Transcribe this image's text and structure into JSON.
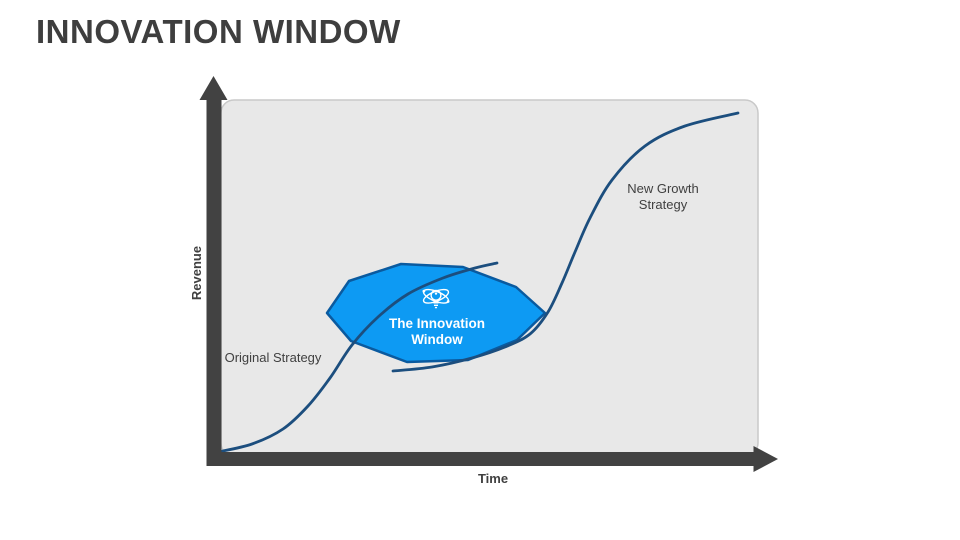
{
  "slide": {
    "title": "INNOVATION WINDOW"
  },
  "labels": {
    "y_axis": "Revenue",
    "x_axis": "Time",
    "original_curve": "Original Strategy",
    "new_growth_curve": "New Growth Strategy",
    "window": "The Innovation Window"
  },
  "icons": {
    "window_icon": "innovation-atom-bulb-icon"
  },
  "colors": {
    "title": "#3e3e3e",
    "axis": "#424242",
    "plot-bg": "#e8e8e8",
    "plot-border": "#c9c9c9",
    "curve": "#1c4e7e",
    "window-fill": "#0d9af3",
    "window-border": "#0a5a9f",
    "label": "#404040",
    "window-text": "#ffffff"
  },
  "figure": {
    "original_curve": [
      [
        218,
        452
      ],
      [
        252,
        444
      ],
      [
        283,
        429
      ],
      [
        308,
        406
      ],
      [
        330,
        378
      ],
      [
        352,
        345
      ],
      [
        378,
        317
      ],
      [
        408,
        294
      ],
      [
        443,
        278
      ],
      [
        475,
        268
      ],
      [
        497,
        263
      ]
    ],
    "new_growth_curve": [
      [
        393,
        371
      ],
      [
        432,
        367
      ],
      [
        472,
        358
      ],
      [
        505,
        347
      ],
      [
        530,
        334
      ],
      [
        548,
        312
      ],
      [
        562,
        283
      ],
      [
        575,
        252
      ],
      [
        590,
        218
      ],
      [
        612,
        180
      ],
      [
        645,
        146
      ],
      [
        685,
        126
      ],
      [
        738,
        113
      ]
    ],
    "window_polygon": [
      [
        327,
        313
      ],
      [
        349,
        281
      ],
      [
        401,
        264
      ],
      [
        463,
        267
      ],
      [
        516,
        287
      ],
      [
        545,
        313
      ],
      [
        517,
        340
      ],
      [
        468,
        360
      ],
      [
        407,
        362
      ],
      [
        351,
        341
      ]
    ],
    "y_axis_arrow": [
      [
        213.5,
        76
      ],
      [
        199.5,
        100
      ],
      [
        227.5,
        100
      ]
    ],
    "x_axis_arrow": [
      [
        778,
        459
      ],
      [
        753.5,
        446
      ],
      [
        753.5,
        472
      ]
    ]
  }
}
